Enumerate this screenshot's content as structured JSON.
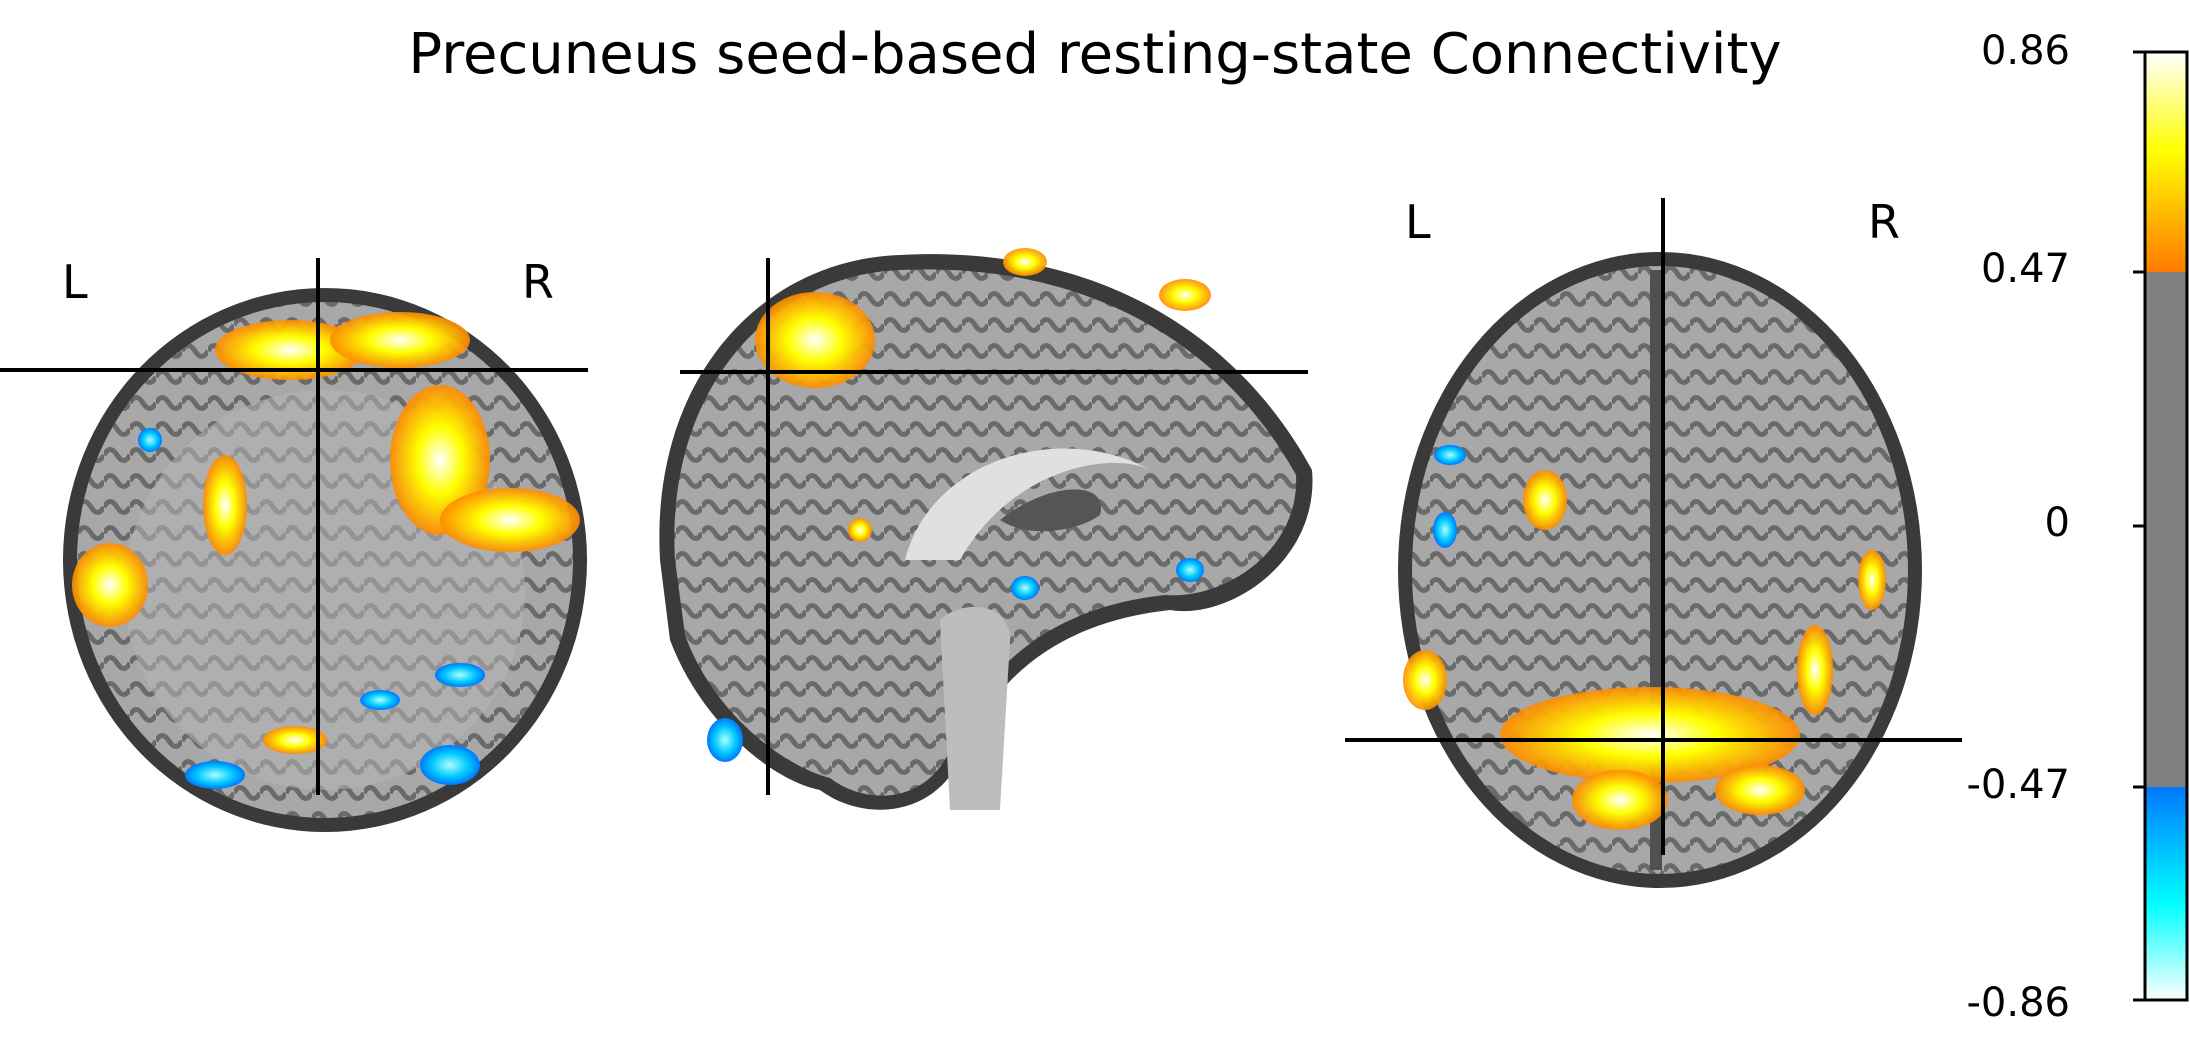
{
  "title": "Precuneus seed-based resting-state Connectivity",
  "views": {
    "coronal": {
      "left_label": "L",
      "right_label": "R"
    },
    "sagittal": {},
    "axial": {
      "left_label": "L",
      "right_label": "R"
    }
  },
  "colorbar": {
    "ticks": [
      "0.86",
      "0.47",
      "0",
      "-0.47",
      "-0.86"
    ],
    "max": 0.86,
    "min": -0.86,
    "threshold": 0.47,
    "colors": {
      "positive_high": "#ffffff",
      "positive_mid": "#ffff00",
      "positive_low": "#ff7a00",
      "neutral": "#808080",
      "negative_low": "#0078ff",
      "negative_mid": "#00ffff",
      "negative_high": "#ffffff"
    }
  }
}
